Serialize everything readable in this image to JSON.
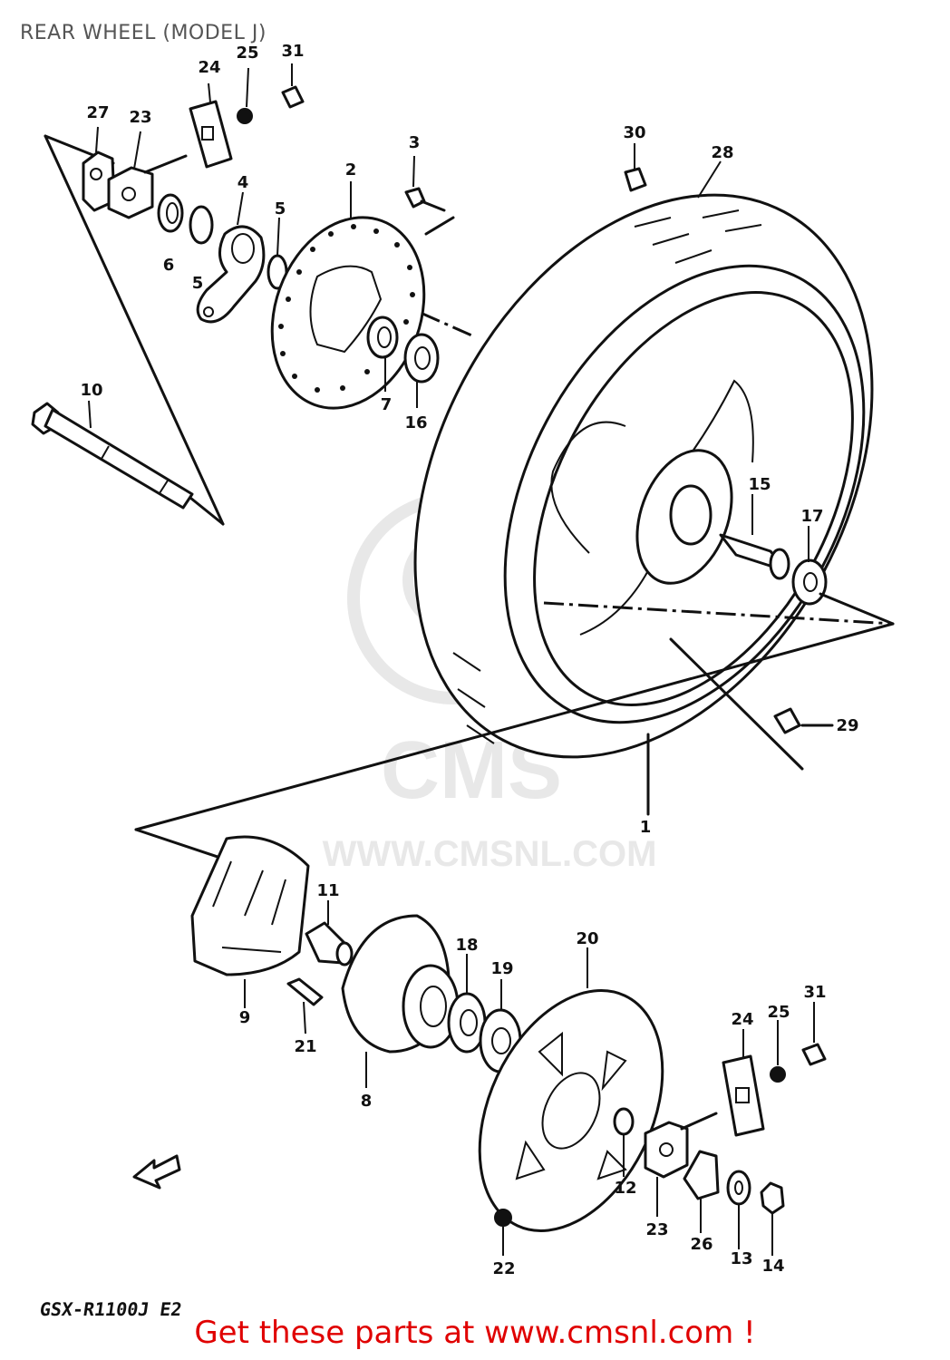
{
  "header": {
    "title": "REAR WHEEL (MODEL J)"
  },
  "footer": {
    "model_code": "GSX-R1100J E2",
    "cta": "Get these parts at www.cmsnl.com !"
  },
  "watermark": {
    "text": "WWW.CMSNL.COM",
    "logo": "CMS"
  },
  "labels": {
    "p1": "1",
    "p2": "2",
    "p3": "3",
    "p4": "4",
    "p5a": "5",
    "p5b": "5",
    "p6": "6",
    "p7": "7",
    "p8": "8",
    "p9": "9",
    "p10": "10",
    "p11": "11",
    "p12": "12",
    "p13": "13",
    "p14": "14",
    "p15": "15",
    "p16": "16",
    "p17": "17",
    "p18": "18",
    "p19": "19",
    "p20": "20",
    "p21": "21",
    "p22": "22",
    "p23a": "23",
    "p23b": "23",
    "p24a": "24",
    "p24b": "24",
    "p25a": "25",
    "p25b": "25",
    "p26": "26",
    "p27": "27",
    "p28": "28",
    "p29": "29",
    "p30": "30",
    "p31a": "31",
    "p31b": "31"
  },
  "colors": {
    "cta": "#e00000",
    "line": "#111111",
    "watermark": "#e6e6e6"
  }
}
